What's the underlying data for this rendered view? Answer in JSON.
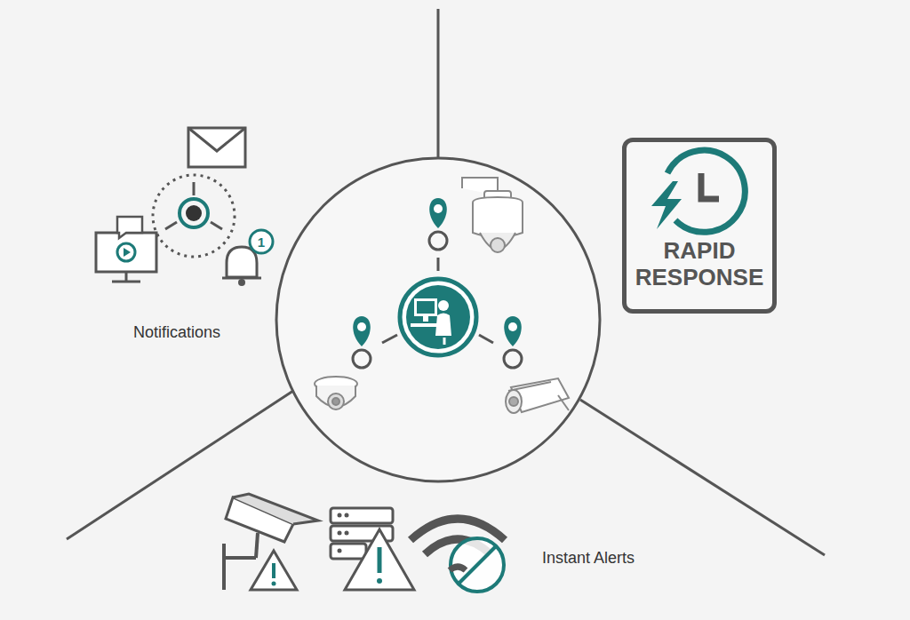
{
  "diagram": {
    "nodes": [
      {
        "text": [
          "RAPID RESPONSE"
        ]
      }
    ],
    "labels": [
      "Notifications",
      "Instant Alerts",
      "1"
    ]
  }
}
